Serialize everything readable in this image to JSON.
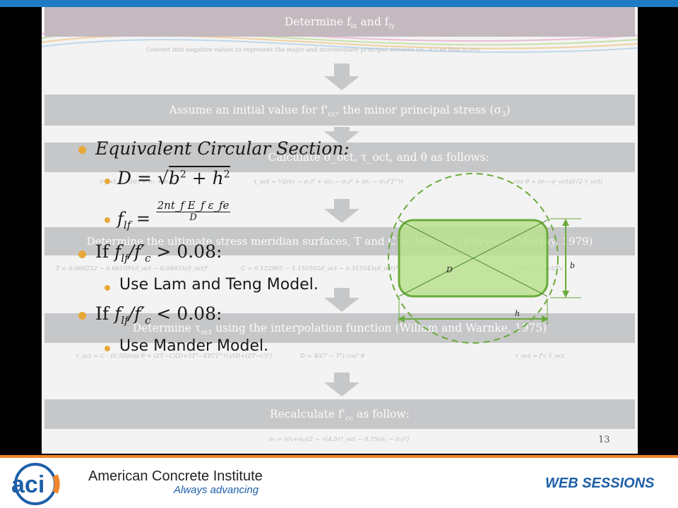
{
  "slide": {
    "step1": {
      "pre": "Determine f",
      "s1": "lx",
      "mid": " and f",
      "s2": "ly"
    },
    "step1_note": "Convert into negative values to represent the major and intermediate principal stresses (σ₁, σ₂) so that σ₁>σ₂",
    "step2": {
      "pre": "Assume an initial value for f'",
      "s1": "cc",
      "post": ", the minor principal stress (σ",
      "s2": "3",
      "end": ")"
    },
    "step3": "Calculate σ_oct, τ_oct, and θ as follows:",
    "step3_eq1": "σ_oct = ⅓(σ₁ + σ₂ + σ₃)",
    "step3_eq2": "τ_oct = ⅓[(σ₁ − σ₂)² + (σ₂ − σ₃)² + (σ₃ − σ₁)²]^½",
    "step3_eq3": "cos θ = (σ₁−σ_oct)/(√2 τ_oct)",
    "step4": "Determine the ultimate stress meridian surfaces, T and C as follows: (Elwy and Murray, 1979)",
    "step4_eq1": "T = 0.069232 − 0.661091σ̄_oct − 0.04935(σ̄_oct)²",
    "step4_eq2": "C = 0.122965 − 1.150502σ̄_oct − 0.315545(σ̄_oct)²",
    "step4_eq3": "σ̄_oct = σ_oct/f'c",
    "step5": {
      "pre": "Determine τ",
      "s1": "oct",
      "post": " using the interpolation function (Willam and Warnke, 1975)"
    },
    "step5_eq1": "τ_oct = C · (0.5D/cos θ + (2T−C)[D+5T²−4TC]^½)/(D+(2T−C)²)",
    "step5_eq2": "D = 4(C² − T²) cos² θ",
    "step5_eq3": "τ_oct = f'c τ̄_oct",
    "step6": {
      "pre": "Recalculate f'",
      "s1": "cc",
      "post": " as follow:"
    },
    "step6_eq": "σ₃ = (σ₁+σ₂)/2 − √(4.5τ²_oct − 0.75(σ₁ − σ₂)²)",
    "page_number": "13"
  },
  "overlay": {
    "heading": "Equivalent Circular Section:",
    "eq_D": {
      "lhs": "D",
      "eq": " = √",
      "b": "b",
      "h": "h",
      "plus": " + ",
      "sq": "2"
    },
    "eq_flf": {
      "lhs_f": "f",
      "lhs_sub": "lf",
      "eq": " = ",
      "num": "2nt_f E_f ε_fe",
      "den": "D"
    },
    "cond1": {
      "pre": "If ",
      "f": "f",
      "sub": "lf",
      "mid": "/f′",
      "sub2": "c",
      "post": " > 0.08:"
    },
    "cond1_sub": "Use Lam and Teng Model.",
    "cond2": {
      "pre": "If ",
      "f": "f",
      "sub": "lf",
      "mid": "/f′",
      "sub2": "c",
      "post": " < 0.08:"
    },
    "cond2_sub": "Use Mander Model."
  },
  "diagram": {
    "label_D": "D",
    "label_b": "b",
    "label_h": "h",
    "circle_color": "#6aaa3a",
    "rect_fill": "#b9e08e"
  },
  "footer": {
    "org_name": "American Concrete Institute",
    "tagline": "Always advancing",
    "logo_text": "aci",
    "series": "WEB SESSIONS"
  }
}
